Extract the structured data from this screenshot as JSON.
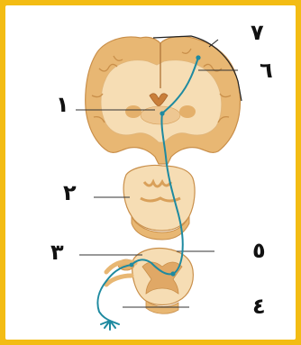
{
  "labels": {
    "l1": "١",
    "l2": "٢",
    "l3": "٣",
    "l4": "٤",
    "l5": "٥",
    "l6": "٦",
    "l7": "٧"
  },
  "colors": {
    "frame": "#f3bc14",
    "tissue_outer": "#e8b773",
    "tissue_inner": "#f6ddb4",
    "pathway": "#1e8aa0",
    "pointer_line": "#333333"
  }
}
